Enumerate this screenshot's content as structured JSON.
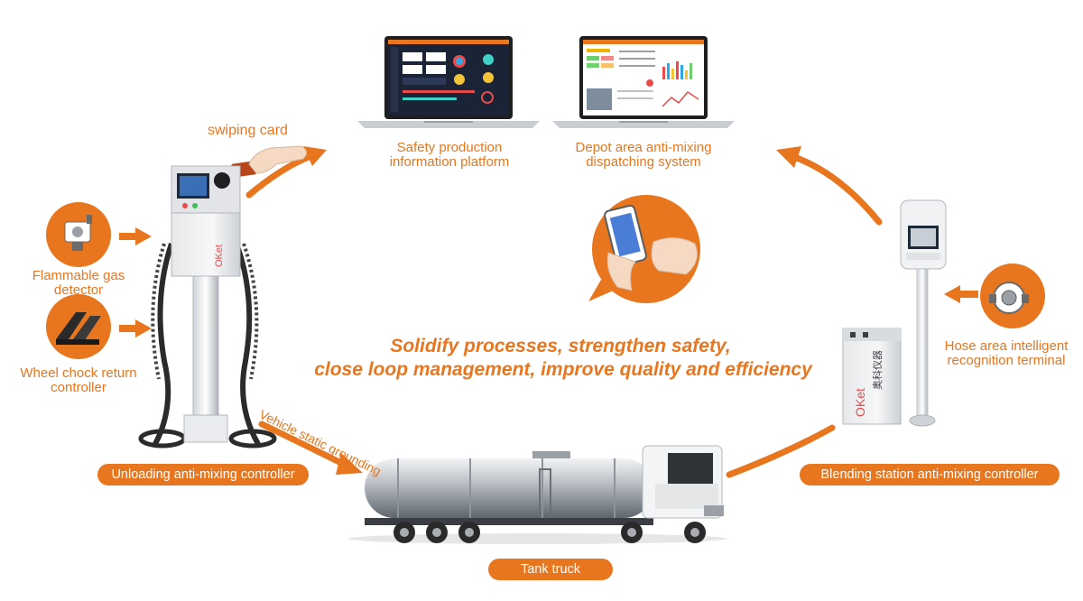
{
  "labels": {
    "swiping_card": "swiping card",
    "safety_platform_line1": "Safety production",
    "safety_platform_line2": "information platform",
    "depot_line1": "Depot area anti-mixing",
    "depot_line2": "dispatching system",
    "gas_line1": "Flammable gas",
    "gas_line2": "detector",
    "wheel_line1": "Wheel chock return",
    "wheel_line2": "controller",
    "hose_line1": "Hose area intelligent",
    "hose_line2": "recognition terminal",
    "grounding": "Vehicle static grounding"
  },
  "pills": {
    "unloading": "Unloading anti-mixing controller",
    "blending": "Blending station anti-mixing controller",
    "tank_truck": "Tank truck"
  },
  "slogan": {
    "line1": "Solidify processes, strengthen safety,",
    "line2": "close loop management, improve quality and efficiency"
  },
  "brand": {
    "logo": "OKet",
    "logo_cn": "奥科仪器"
  },
  "colors": {
    "accent": "#e8761e",
    "dark_screen": "#1b2436",
    "steel": "#b9bec4"
  },
  "icons": [
    "gas-detector-icon",
    "wheel-chock-icon",
    "hose-reader-icon",
    "phone-hand-icon"
  ]
}
